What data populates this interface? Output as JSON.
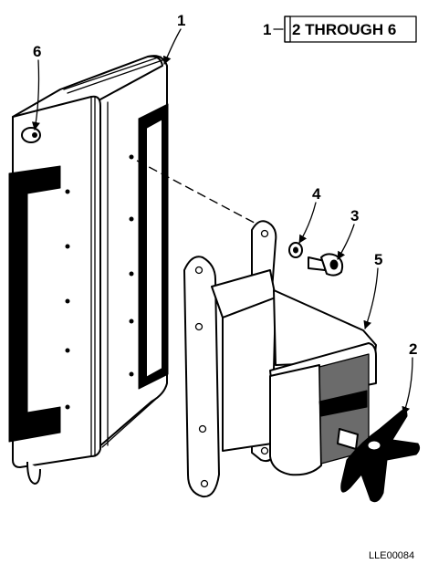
{
  "header": {
    "parent_item": "1",
    "range_label": "2 THROUGH 6"
  },
  "callouts": {
    "c1": "1",
    "c2": "2",
    "c3": "3",
    "c4": "4",
    "c5": "5",
    "c6": "6"
  },
  "figure_id": "LLE00084"
}
